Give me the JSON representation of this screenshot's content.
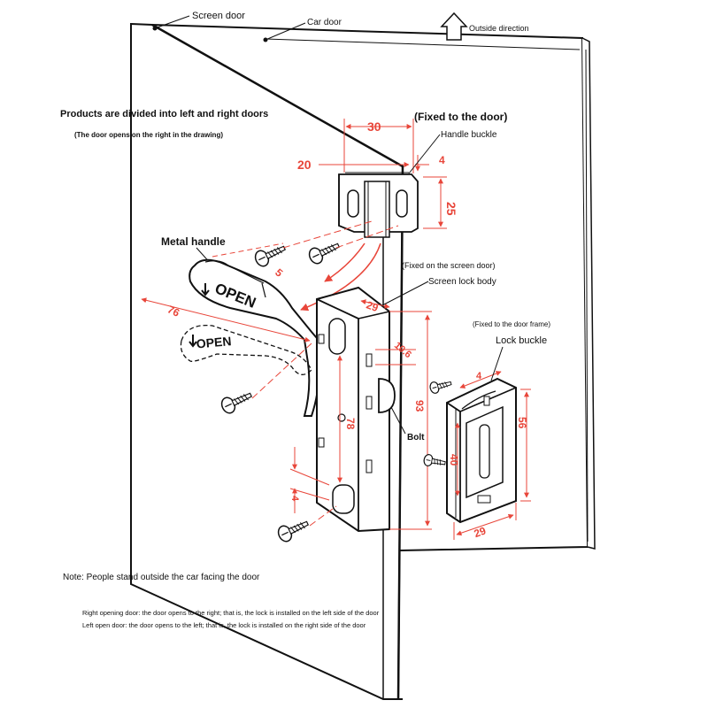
{
  "colors": {
    "dimension": "#e8463a",
    "outline": "#111111",
    "door_fill": "#ffffff"
  },
  "labels": {
    "screen_door": "Screen door",
    "car_door": "Car door",
    "outside_direction": "Outside direction",
    "products_divided": "Products are divided into left and right doors",
    "door_opens_right": "(The door opens on the right in the drawing)",
    "fixed_to_door": "(Fixed to the door)",
    "handle_buckle": "Handle buckle",
    "metal_handle": "Metal handle",
    "fixed_on_screen_door": "(Fixed on the screen door)",
    "screen_lock_body": "Screen lock body",
    "fixed_to_door_frame": "(Fixed to the door frame)",
    "lock_buckle": "Lock buckle",
    "bolt": "Bolt",
    "note": "Note: People stand outside the car facing the door",
    "right_opening": "Right opening door: the door opens to the right; that is, the lock is installed on the left side of the door",
    "left_opening": "Left open door: the door opens to the left; that is, the lock is installed on the right side of the door",
    "open_top": "OPEN",
    "open_bottom": "OPEN"
  },
  "dimensions": {
    "buckle_width": "30",
    "buckle_depth": "20",
    "buckle_thickness": "4",
    "buckle_height": "25",
    "handle_offset": "5",
    "handle_length": "76",
    "lock_body_width": "29",
    "lock_body_hole_pitch": "78",
    "lock_body_height": "93",
    "lock_body_depth": "10.6",
    "lock_body_edge": "4",
    "frame_buckle_thickness": "4",
    "frame_buckle_height": "56",
    "frame_buckle_slot": "40",
    "frame_buckle_width": "29"
  },
  "icons": [
    "up-arrow-icon",
    "screw-icon",
    "down-arrow-icon"
  ]
}
